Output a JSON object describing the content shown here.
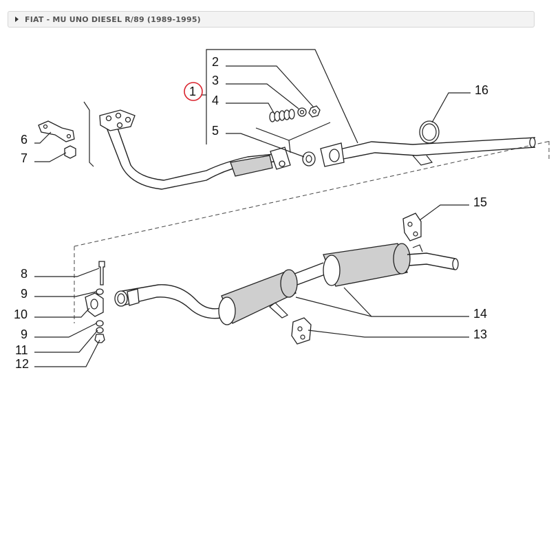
{
  "breadcrumb": {
    "title": "FIAT - MU UNO DIESEL R/89 (1989-1995)"
  },
  "diagram": {
    "highlight_color": "#d9232d",
    "highlighted_part": "1",
    "callouts": [
      {
        "id": "p1",
        "label": "1"
      },
      {
        "id": "p2",
        "label": "2"
      },
      {
        "id": "p3",
        "label": "3"
      },
      {
        "id": "p4",
        "label": "4"
      },
      {
        "id": "p5",
        "label": "5"
      },
      {
        "id": "p6",
        "label": "6"
      },
      {
        "id": "p7",
        "label": "7"
      },
      {
        "id": "p8",
        "label": "8"
      },
      {
        "id": "p9a",
        "label": "9"
      },
      {
        "id": "p10",
        "label": "10"
      },
      {
        "id": "p9b",
        "label": "9"
      },
      {
        "id": "p11",
        "label": "11"
      },
      {
        "id": "p12",
        "label": "12"
      },
      {
        "id": "p13",
        "label": "13"
      },
      {
        "id": "p14",
        "label": "14"
      },
      {
        "id": "p15",
        "label": "15"
      },
      {
        "id": "p16",
        "label": "16"
      }
    ]
  }
}
